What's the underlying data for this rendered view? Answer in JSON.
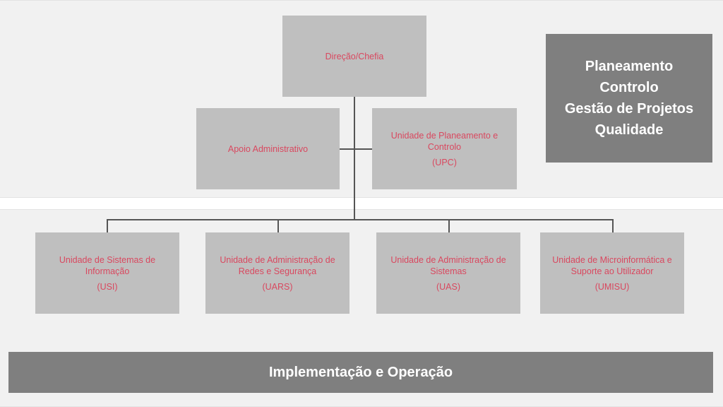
{
  "top": {
    "head": {
      "label": "Direção/Chefia"
    },
    "support": {
      "label": "Apoio Administrativo"
    },
    "upc": {
      "label": "Unidade de Planeamento e Controlo",
      "abbr": "(UPC)"
    },
    "functions": [
      "Planeamento",
      "Controlo",
      "Gestão de Projetos",
      "Qualidade"
    ]
  },
  "units": [
    {
      "label": "Unidade de Sistemas de Informação",
      "abbr": "(USI)"
    },
    {
      "label": "Unidade de Administração de Redes e Segurança",
      "abbr": "(UARS)"
    },
    {
      "label": "Unidade de Administração de Sistemas",
      "abbr": "(UAS)"
    },
    {
      "label": "Unidade de Microinformática e Suporte ao Utilizador",
      "abbr": "(UMISU)"
    }
  ],
  "bottom_bar": {
    "label": "Implementação e Operação"
  },
  "colors": {
    "box": "#bfbfbf",
    "text": "#d9485f",
    "dark": "#7f7f7f",
    "panel": "#f1f1f1"
  }
}
